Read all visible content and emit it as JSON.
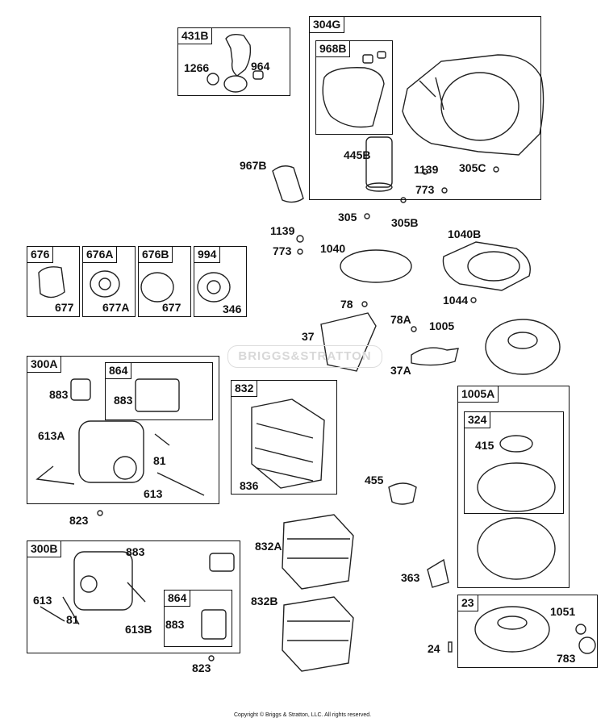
{
  "copyright": "Copyright © Briggs & Stratton, LLC. All rights reserved.",
  "watermark": "BRIGGS&STRATTON",
  "boxes": {
    "b431B": "431B",
    "b304G": "304G",
    "b968B": "968B",
    "b676": "676",
    "b676A": "676A",
    "b676B": "676B",
    "b994": "994",
    "b300A": "300A",
    "b864a": "864",
    "b832": "832",
    "b1005A": "1005A",
    "b324": "324",
    "b300B": "300B",
    "b864b": "864",
    "b23": "23"
  },
  "labels": {
    "p1266": "1266",
    "p964": "964",
    "p445B": "445B",
    "p1139a": "1139",
    "p305C": "305C",
    "p773a": "773",
    "p967B": "967B",
    "p305": "305",
    "p305B": "305B",
    "p1139b": "1139",
    "p773b": "773",
    "p1040": "1040",
    "p1040B": "1040B",
    "p677a": "677",
    "p677A": "677A",
    "p677b": "677",
    "p346": "346",
    "p78": "78",
    "p78A": "78A",
    "p1044": "1044",
    "p37": "37",
    "p1005": "1005",
    "p37A": "37A",
    "p883a": "883",
    "p883b": "883",
    "p613A": "613A",
    "p81a": "81",
    "p613a": "613",
    "p836": "836",
    "p455": "455",
    "p415": "415",
    "p823a": "823",
    "p832A": "832A",
    "p883c": "883",
    "p613b": "613",
    "p81b": "81",
    "p613B": "613B",
    "p883d": "883",
    "p832B": "832B",
    "p363": "363",
    "p1051": "1051",
    "p24": "24",
    "p783": "783",
    "p823b": "823"
  }
}
